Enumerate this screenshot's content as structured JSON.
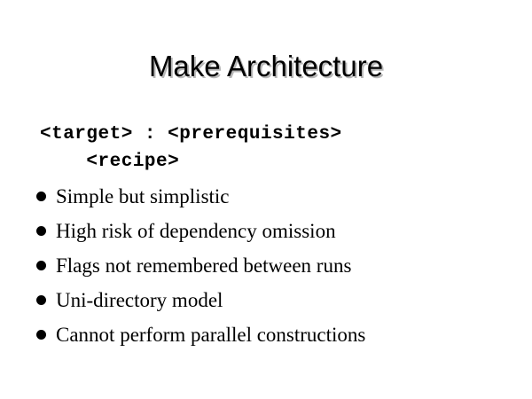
{
  "slide": {
    "title": "Make Architecture",
    "background_color": "#ffffff",
    "text_color": "#000000",
    "title_shadow_color": "#b8b8b8",
    "code": {
      "line1": "<target> : <prerequisites>",
      "line2": "    <recipe>"
    },
    "bullets": [
      {
        "marker": "filled-circle-bullet",
        "text": "Simple but simplistic"
      },
      {
        "marker": "filled-circle-bullet",
        "text": "High risk of dependency omission"
      },
      {
        "marker": "filled-circle-bullet",
        "text": "Flags not remembered between runs"
      },
      {
        "marker": "filled-circle-bullet",
        "text": "Uni-directory model"
      },
      {
        "marker": "filled-circle-bullet",
        "text": "Cannot perform parallel constructions"
      }
    ]
  }
}
